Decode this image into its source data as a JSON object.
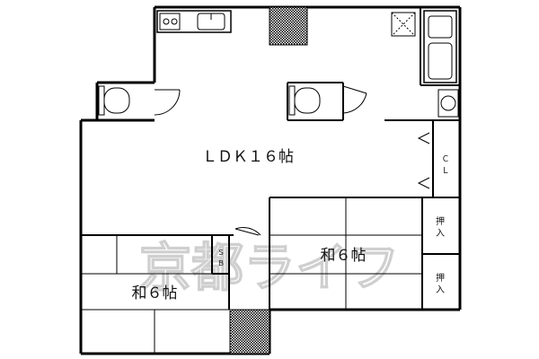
{
  "rooms": {
    "ldk": "ＬＤＫ１６帖",
    "washitsu_right": "和６帖",
    "washitsu_left": "和６帖"
  },
  "closets": {
    "oshiire_upper": [
      "押",
      "入"
    ],
    "oshiire_lower": [
      "押",
      "入"
    ],
    "closet": [
      "Ｃ",
      "Ｌ"
    ],
    "shoe_box": [
      "Ｓ",
      "Ｂ"
    ]
  },
  "watermark": "京都ライフ",
  "colors": {
    "line": "#000000",
    "hatch": "#000000",
    "watermark": "#cfcfcf",
    "background": "#ffffff"
  }
}
